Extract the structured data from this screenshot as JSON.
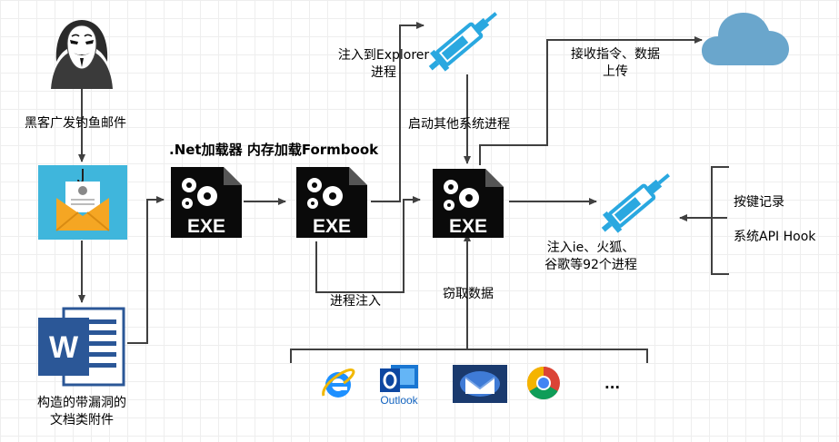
{
  "labels": {
    "phishing": "黑客广发钓鱼邮件",
    "doc_line1": "构造的带漏洞的",
    "doc_line2": "文档类附件",
    "loader": ".Net加载器 内存加载Formbook",
    "inject_explorer_line1": "注入到Explorer",
    "inject_explorer_line2": "进程",
    "start_other": "启动其他系统进程",
    "receive_line1": "接收指令、数据",
    "receive_line2": "上传",
    "process_inject": "进程注入",
    "steal": "窃取数据",
    "inject_browsers_line1": "注入ie、火狐、",
    "inject_browsers_line2": "谷歌等92个进程",
    "keylog": "按键记录",
    "api_hook": "系统API Hook",
    "exe": "EXE",
    "outlook": "Outlook",
    "ellipsis": "..."
  },
  "colors": {
    "wire": "#404040",
    "exe_fill": "#0a0a0a",
    "syringe": "#2aa8e0",
    "cloud": "#6aa6cc",
    "mail_bg": "#3fb6dc",
    "mail_env": "#f5a623",
    "word_blue": "#2b5797"
  },
  "icons": [
    "hacker-icon",
    "phishing-mail-icon",
    "word-doc-icon",
    "exe-icon",
    "syringe-icon",
    "cloud-icon",
    "ie-icon",
    "outlook-icon",
    "thunderbird-icon",
    "chrome-icon"
  ]
}
